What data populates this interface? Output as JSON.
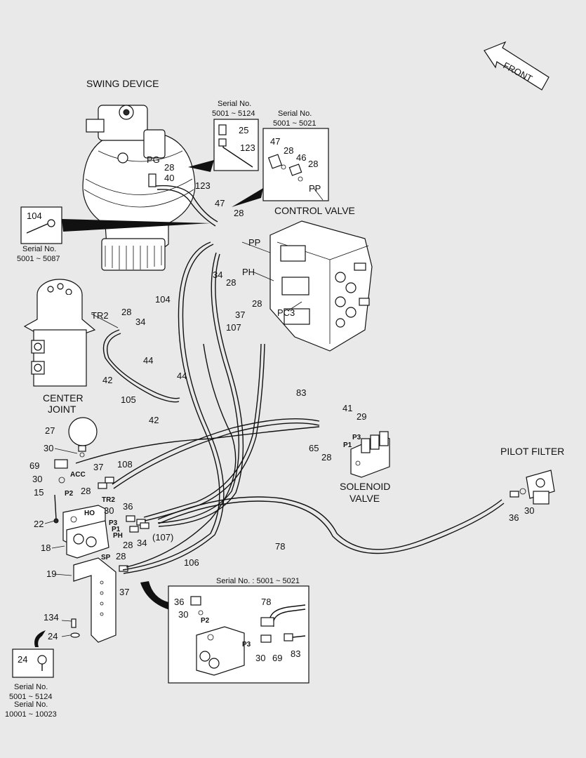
{
  "titles": {
    "swing_device": "SWING DEVICE",
    "control_valve": "CONTROL VALVE",
    "center_joint_1": "CENTER",
    "center_joint_2": "JOINT",
    "pilot_filter": "PILOT FILTER",
    "solenoid_1": "SOLENOID",
    "solenoid_2": "VALVE",
    "front": "FRONT"
  },
  "serial_notes": {
    "a_label": "Serial No.",
    "a_range": "5001 ~ 5124",
    "b_label": "Serial No.",
    "b_range": "5001 ~ 5021",
    "c_label": "Serial No.",
    "c_range": "5001 ~ 5087",
    "d_text": "Serial No. : 5001 ~ 5021",
    "e_label1": "Serial No.",
    "e_range1": "5001 ~ 5124",
    "e_label2": "Serial No.",
    "e_range2": "10001 ~ 10023"
  },
  "callouts": {
    "c25": "25",
    "c123a": "123",
    "c47a": "47",
    "c28a": "28",
    "c46": "46",
    "c28b": "28",
    "cPPa": "PP",
    "cPG": "PG",
    "c28c": "28",
    "c40": "40",
    "c123b": "123",
    "c47b": "47",
    "c28d": "28",
    "c104a": "104",
    "cPP": "PP",
    "c34a": "34",
    "c28e": "28",
    "cPH": "PH",
    "c104b": "104",
    "cTR2": "TR2",
    "c28f": "28",
    "c34b": "34",
    "c44a": "44",
    "c42a": "42",
    "c107a": "107",
    "c37a": "37",
    "c28g": "28",
    "cPC3": "PC3",
    "c105": "105",
    "c44b": "44",
    "c42b": "42",
    "c83a": "83",
    "c41": "41",
    "c29": "29",
    "c65": "65",
    "c28h": "28",
    "cP3a": "P3",
    "cP1a": "P1",
    "c27": "27",
    "c30a": "30",
    "c69a": "69",
    "cACC": "ACC",
    "c37b": "37",
    "c108": "108",
    "c30b": "30",
    "cP2a": "P2",
    "c28i": "28",
    "cTR2b": "TR2",
    "c15": "15",
    "c36a": "36",
    "c30c": "30",
    "cHO": "HO",
    "cP3b": "P3",
    "cP1b": "P1",
    "cPH2": "PH",
    "c22": "22",
    "c28j": "28",
    "c34c": "34",
    "c107b": "(107)",
    "c18": "18",
    "cSP": "SP",
    "c28k": "28",
    "c106": "106",
    "c78a": "78",
    "c19": "19",
    "c37c": "37",
    "c36b": "36",
    "c30d": "30",
    "c134": "134",
    "c24a": "24",
    "c24b": "24",
    "c36c": "36",
    "c30e": "30",
    "cP2b": "P2",
    "c78b": "78",
    "cP3c": "P3",
    "c30f": "30",
    "c69b": "69",
    "c83b": "83"
  }
}
